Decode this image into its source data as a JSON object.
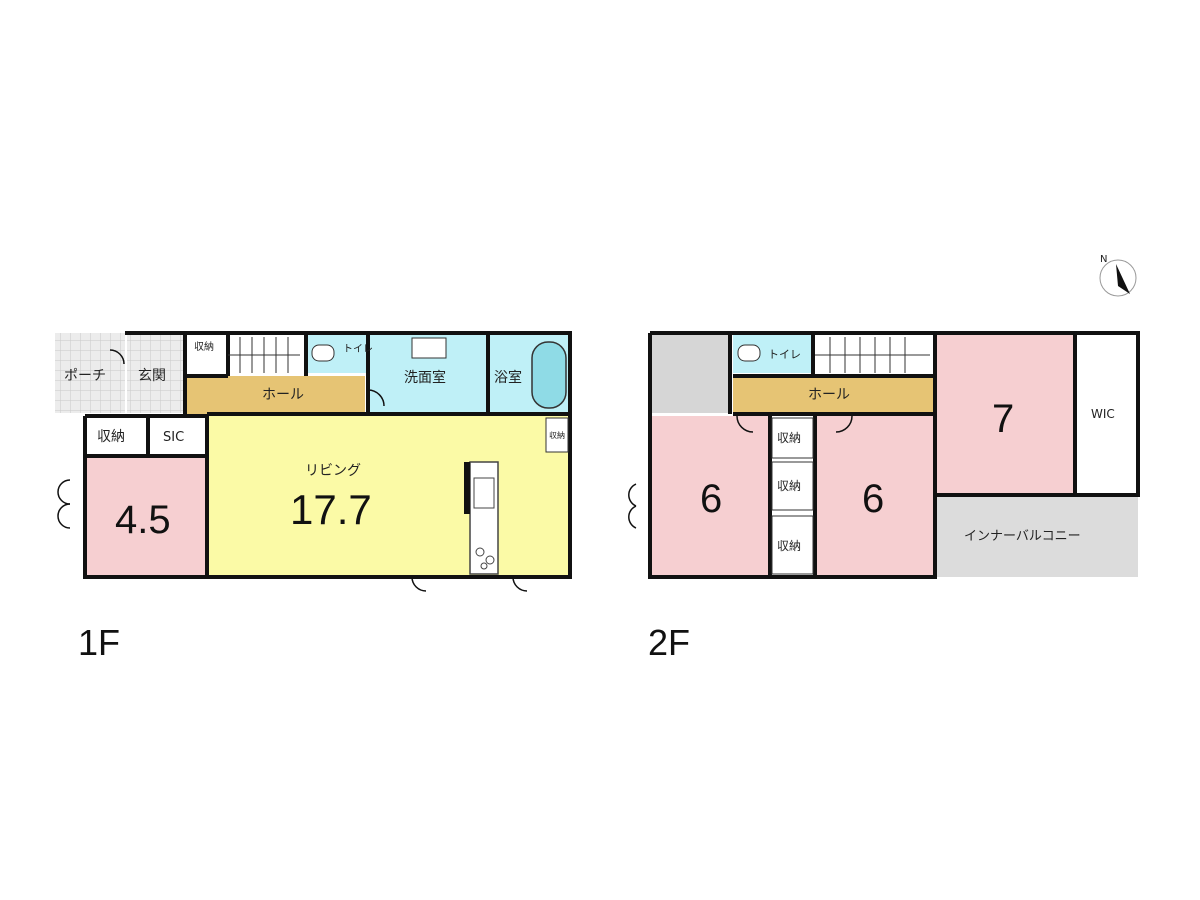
{
  "floors": [
    {
      "label": "1F",
      "rooms": {
        "porch": "ポーチ",
        "genkan": "玄関",
        "shuno_top": "収納",
        "hall": "ホール",
        "toilet": "トイレ",
        "senmen": "洗面室",
        "yokushitsu": "浴室",
        "shuno_left": "収納",
        "sic": "SIC",
        "shuno_small": "収納",
        "room_size": "4.5",
        "living_name": "リビング",
        "living_size": "17.7"
      }
    },
    {
      "label": "2F",
      "rooms": {
        "toilet": "トイレ",
        "hall": "ホール",
        "shuno_1": "収納",
        "shuno_2": "収納",
        "shuno_3": "収納",
        "room_left_size": "6",
        "room_mid_size": "6",
        "room_right_size": "7",
        "wic": "WIC",
        "inner_balcony": "インナーバルコニー"
      }
    }
  ],
  "compass": {
    "label": "N",
    "icon": "north-arrow-icon"
  },
  "colors": {
    "porch": "#e3e3e3",
    "hall": "#e6c474",
    "wet": "#bff0f7",
    "bedroom": "#f6cfd1",
    "living": "#fbfaa6",
    "void": "#d6d6d6",
    "balcony": "#dcdcdc",
    "wall": "#111111"
  }
}
